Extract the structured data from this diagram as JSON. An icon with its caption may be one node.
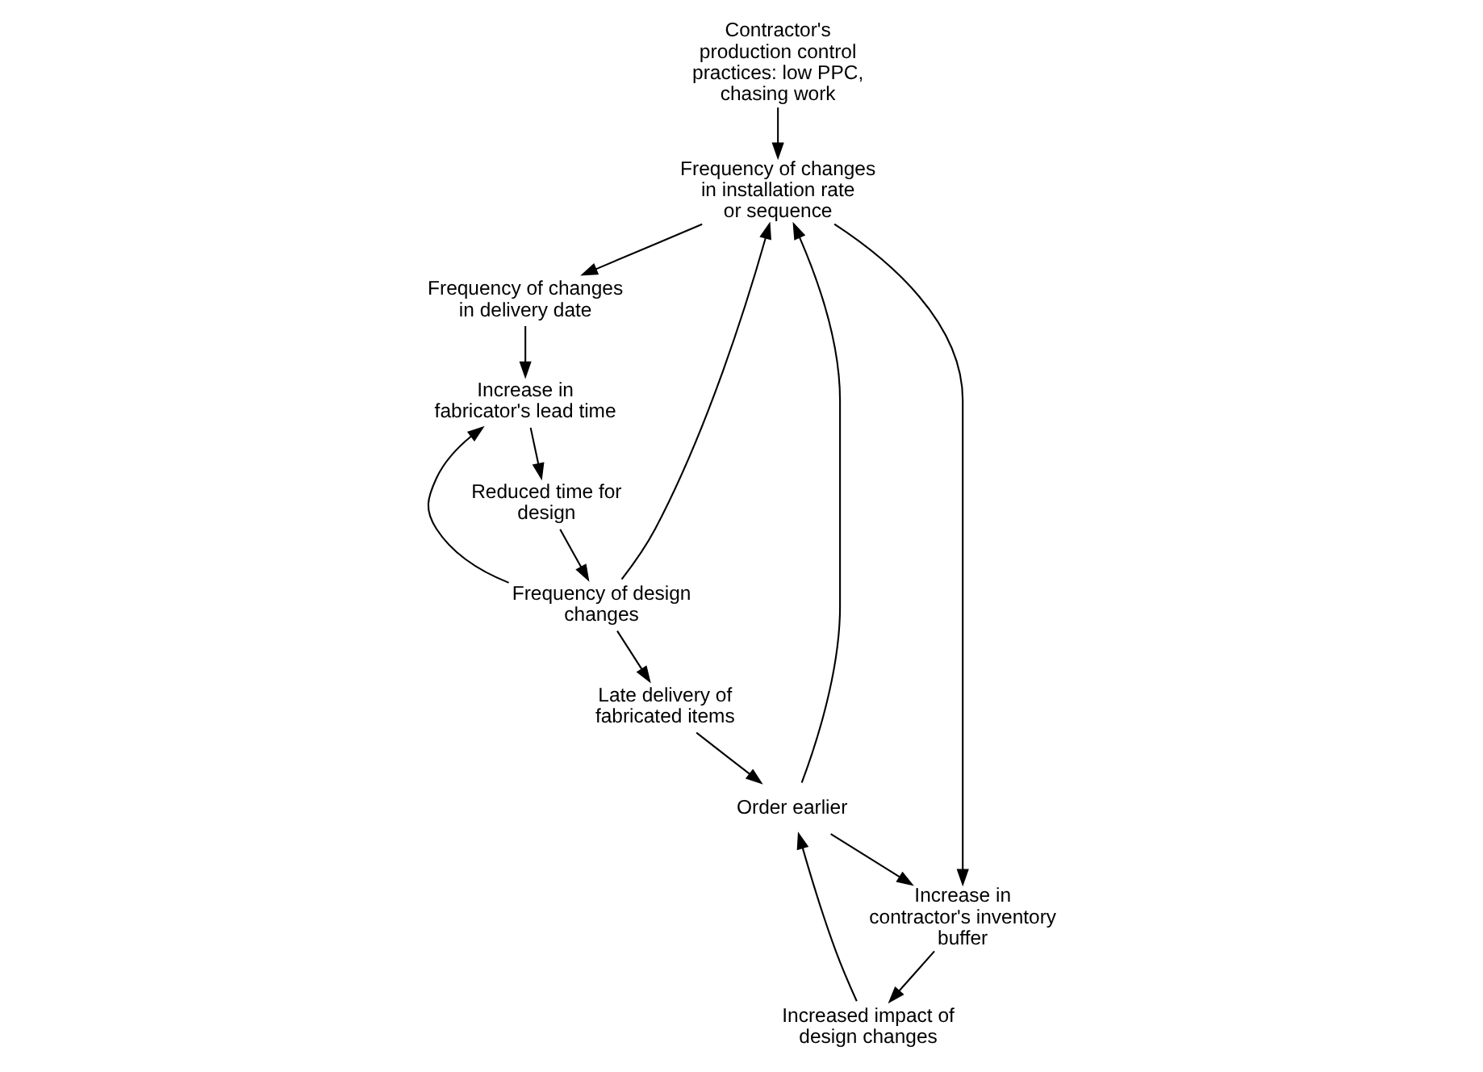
{
  "diagram": {
    "nodes": [
      {
        "text": [
          "Contractor's production control practices: low PPC, chasing work"
        ]
      },
      {
        "text": [
          "Increased impact of design changes"
        ]
      },
      {
        "text": [
          "Order earlier"
        ]
      },
      {
        "text": [
          "Frequency of changes in installation rate or sequence"
        ]
      },
      {
        "text": [
          "Frequency of design changes"
        ]
      },
      {
        "text": [
          "Late delivery of fabricated items"
        ]
      },
      {
        "text": [
          "Increase in fabricator's lead time"
        ]
      },
      {
        "text": [
          "Reduced time for design"
        ]
      },
      {
        "text": [
          "Frequency of changes in delivery date"
        ]
      },
      {
        "text": [
          "Increase in contractor's inventory buffer"
        ]
      }
    ],
    "edges": [
      {
        "from": 0,
        "to": 3,
        "arrow": "to"
      },
      {
        "from": 1,
        "to": 2,
        "arrow": "to"
      },
      {
        "from": 2,
        "to": 3,
        "arrow": "to"
      },
      {
        "from": 4,
        "to": 3,
        "arrow": "to"
      },
      {
        "from": 4,
        "to": 6,
        "arrow": "to"
      },
      {
        "from": 4,
        "to": 5,
        "arrow": "to"
      },
      {
        "from": 5,
        "to": 2,
        "arrow": "to"
      },
      {
        "from": 2,
        "to": 9,
        "arrow": "to"
      },
      {
        "from": 9,
        "to": 1,
        "arrow": "to"
      },
      {
        "from": 3,
        "to": 8,
        "arrow": "to"
      },
      {
        "from": 3,
        "to": 9,
        "arrow": "to"
      },
      {
        "from": 8,
        "to": 6,
        "arrow": "to"
      },
      {
        "from": 6,
        "to": 7,
        "arrow": "to"
      },
      {
        "from": 7,
        "to": 4,
        "arrow": "to"
      }
    ]
  }
}
